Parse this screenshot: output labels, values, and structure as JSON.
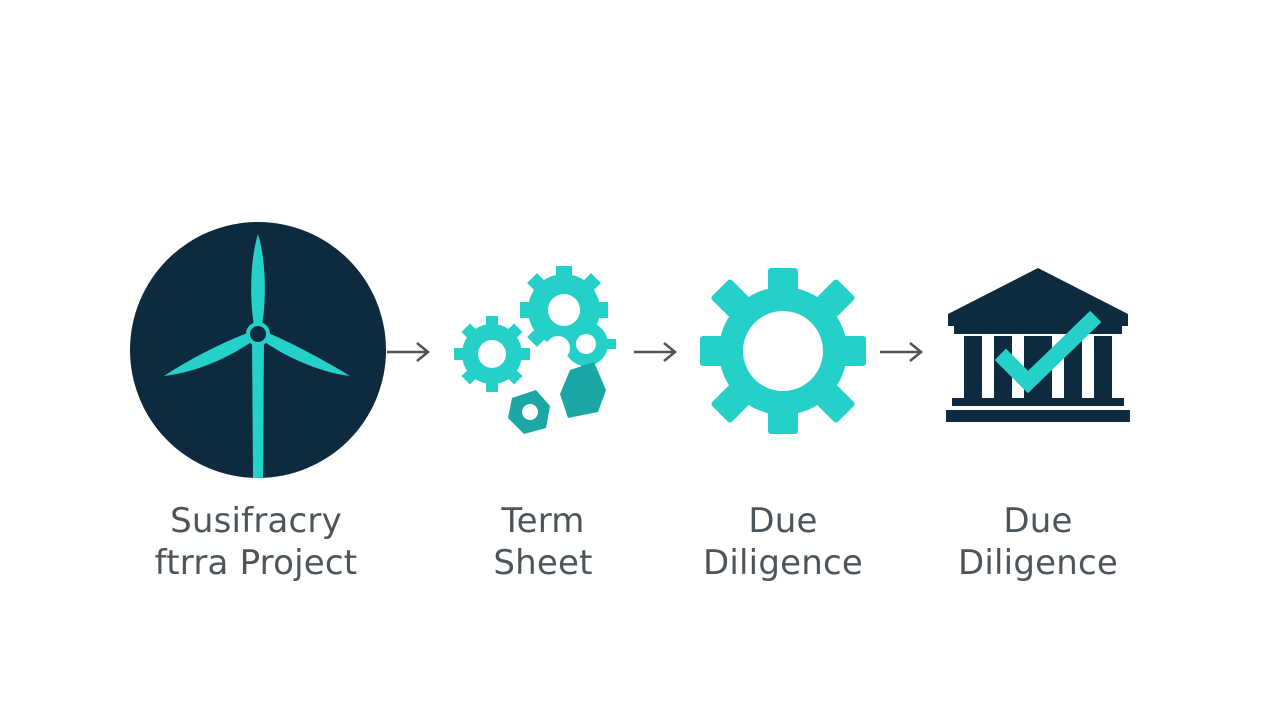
{
  "colors": {
    "navy": "#0d2a3f",
    "teal": "#25d0c8",
    "teal_dark": "#1aa7a6",
    "text": "#4d555b",
    "arrow": "#4d555b"
  },
  "steps": [
    {
      "icon": "wind-turbine-icon",
      "lines": [
        "Susifracry",
        "ftrra Project"
      ]
    },
    {
      "icon": "gears-icon",
      "lines": [
        "Term",
        "Sheet"
      ]
    },
    {
      "icon": "gear-icon",
      "lines": [
        "Due",
        "Diligence"
      ]
    },
    {
      "icon": "bank-check-icon",
      "lines": [
        "Due",
        "Diligence"
      ]
    }
  ],
  "arrows": [
    "right-arrow-icon",
    "right-arrow-icon",
    "right-arrow-icon"
  ]
}
